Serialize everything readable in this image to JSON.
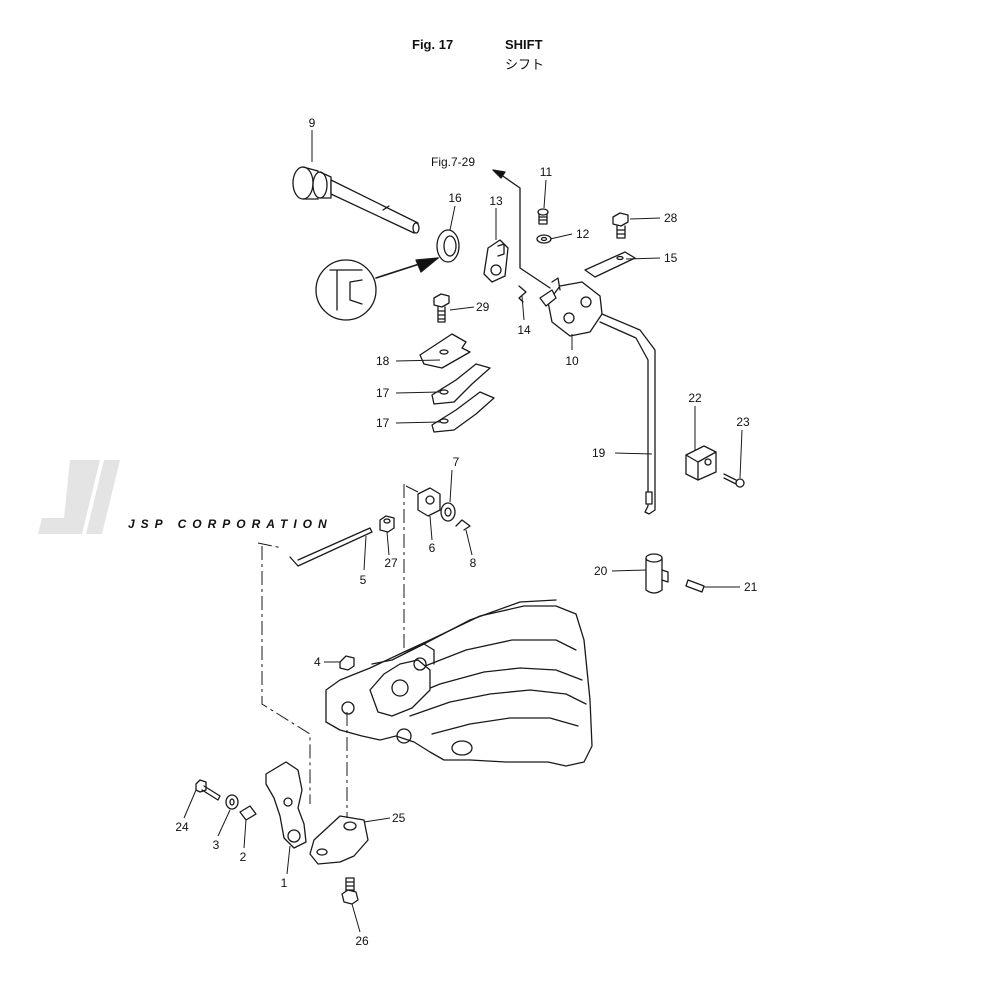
{
  "figure": {
    "fig_number": "Fig. 17",
    "title": "SHIFT",
    "title_jp": "シフト",
    "reference": "Fig.7-29"
  },
  "watermark": "JSP CORPORATION",
  "callouts": [
    "1",
    "2",
    "3",
    "4",
    "5",
    "6",
    "7",
    "8",
    "9",
    "10",
    "11",
    "12",
    "13",
    "14",
    "15",
    "16",
    "17",
    "17",
    "18",
    "19",
    "20",
    "21",
    "22",
    "23",
    "24",
    "25",
    "26",
    "27",
    "28",
    "29"
  ]
}
